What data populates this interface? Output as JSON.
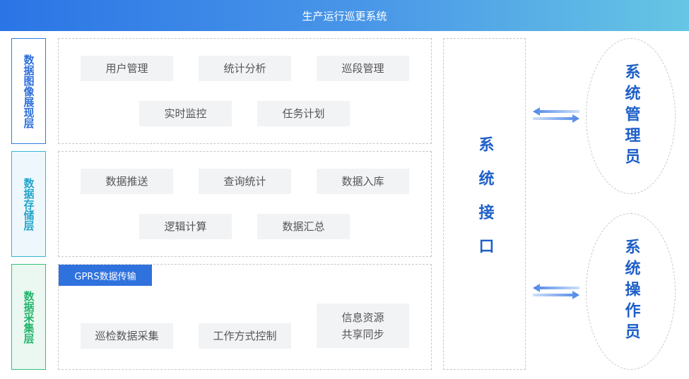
{
  "header": {
    "title": "生产运行巡更系统"
  },
  "layers": [
    {
      "label": "数据图像展现层",
      "color": "#2d6fd9"
    },
    {
      "label": "数据存储层",
      "color": "#23a4cb"
    },
    {
      "label": "数据采集层",
      "color": "#22b56b"
    }
  ],
  "display_layer": {
    "items": [
      "用户管理",
      "统计分析",
      "巡段管理",
      "实时监控",
      "任务计划"
    ]
  },
  "storage_layer": {
    "items": [
      "数据推送",
      "查询统计",
      "数据入库",
      "逻辑计算",
      "数据汇总"
    ]
  },
  "collection_layer": {
    "tag": "GPRS数据传输",
    "items": [
      "巡检数据采集",
      "工作方式控制",
      "信息资源",
      "共享同步"
    ]
  },
  "interface": {
    "label": "系统接口"
  },
  "actors": [
    {
      "label": "系统管理员"
    },
    {
      "label": "系统操作员"
    }
  ],
  "accent_colors": {
    "blue": "#2f72de",
    "cyan": "#36b6d6",
    "green": "#33c17d"
  }
}
